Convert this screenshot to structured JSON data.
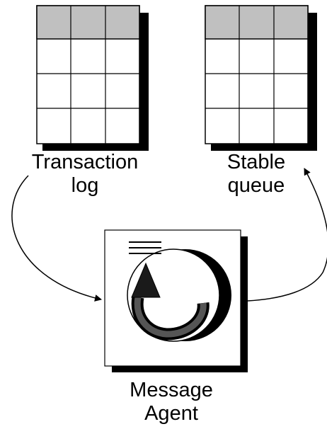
{
  "tables": [
    {
      "id": "transaction-log",
      "label_lines": [
        "Transaction",
        "log"
      ],
      "rows": 4,
      "cols": 3,
      "header_color": "#c0c0c0"
    },
    {
      "id": "stable-queue",
      "label_lines": [
        "Stable",
        "queue"
      ],
      "rows": 4,
      "cols": 3,
      "header_color": "#c0c0c0"
    }
  ],
  "agent": {
    "label_lines": [
      "Message",
      "Agent"
    ],
    "icon": "circular-arrow-icon"
  },
  "colors": {
    "line": "#000000",
    "shadow": "#000000",
    "header": "#c0c0c0",
    "background": "#ffffff"
  }
}
